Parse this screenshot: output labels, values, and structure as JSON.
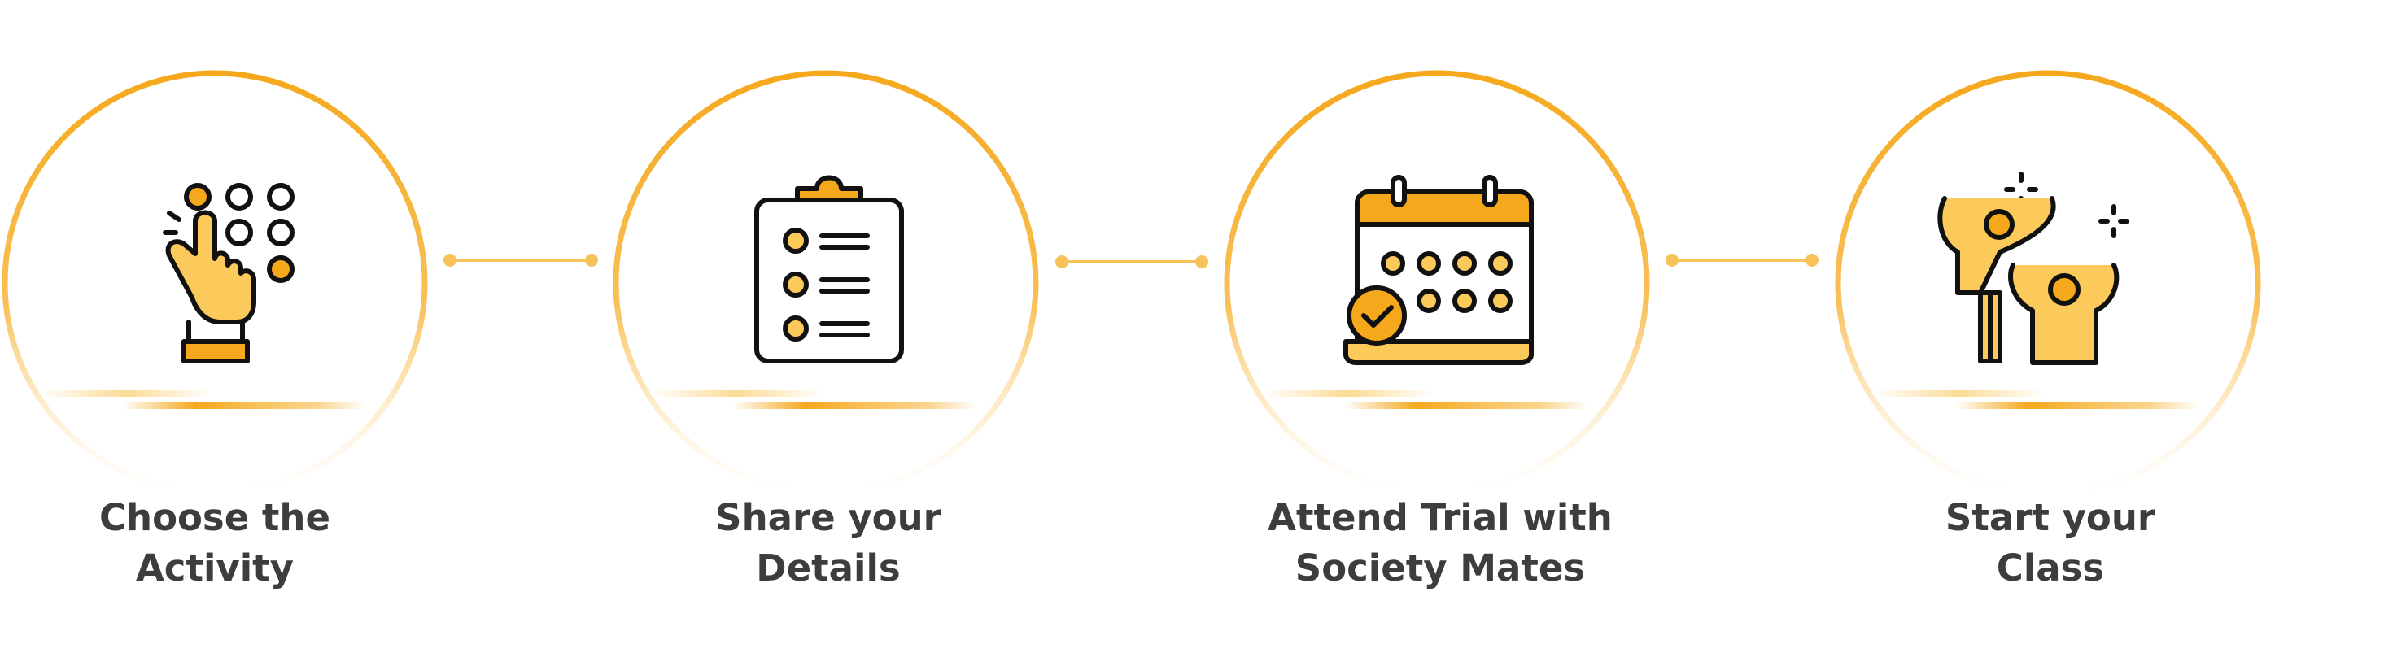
{
  "colors": {
    "accent": "#f5a81c",
    "accent_light": "#fbd27a",
    "icon_fill": "#fcc95b",
    "icon_stroke": "#111111",
    "text": "#3d3d3d",
    "background": "#ffffff"
  },
  "steps": [
    {
      "icon": "hand-pointing-keypad-icon",
      "label_line1": "Choose the",
      "label_line2": "Activity"
    },
    {
      "icon": "clipboard-checklist-icon",
      "label_line1": "Share your",
      "label_line2": "Details"
    },
    {
      "icon": "calendar-check-icon",
      "label_line1": "Attend Trial with",
      "label_line2": "Society Mates"
    },
    {
      "icon": "people-celebrating-icon",
      "label_line1": "Start your",
      "label_line2": "Class"
    }
  ]
}
